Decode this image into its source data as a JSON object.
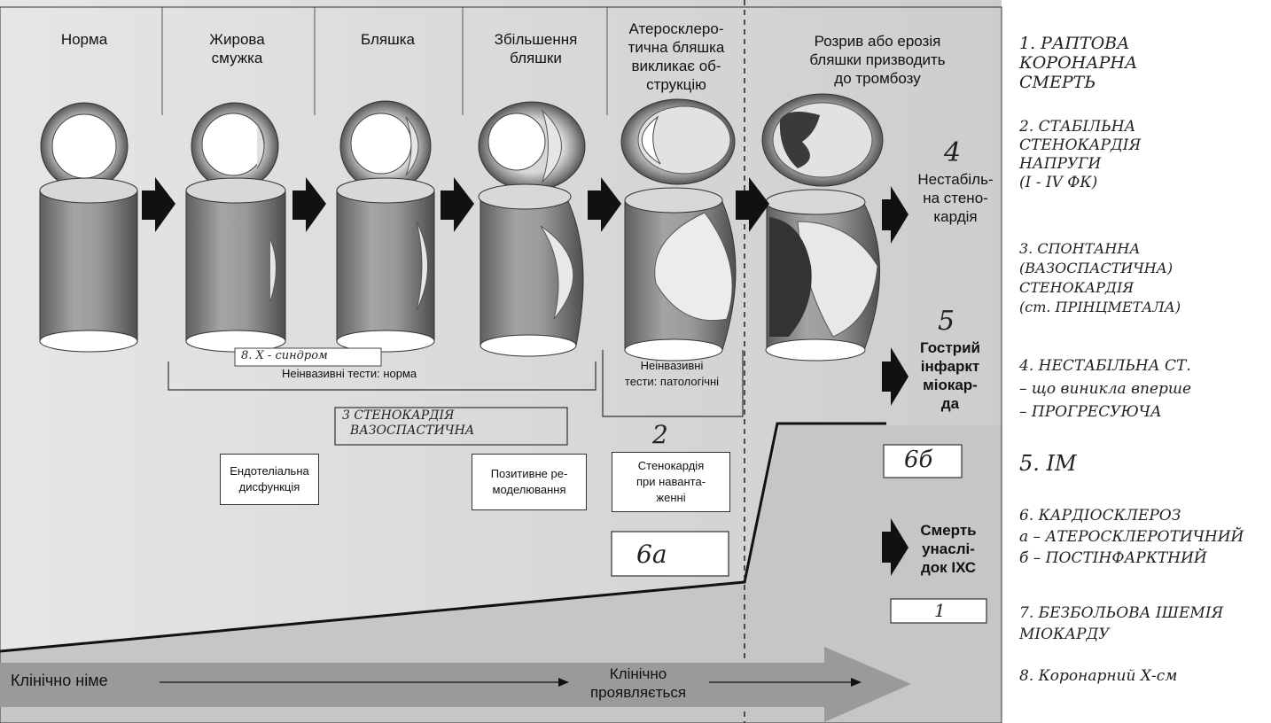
{
  "stages": [
    {
      "title": "Норма"
    },
    {
      "title": "Жирова\nсмужка"
    },
    {
      "title": "Бляшка"
    },
    {
      "title": "Збільшення\nбляшки"
    },
    {
      "title": "Атеросклеро-\nтична бляшка\nвикликає об-\nструкцію"
    },
    {
      "title": "Розрив або ерозія\nбляшки призводить\nдо тромбозу"
    }
  ],
  "tests": {
    "normal": "Неінвазивні тести: норма",
    "pathological": "Неінвазивні\nтести: патологічні"
  },
  "boxes": {
    "endothelial": "Ендотеліальна\nдисфункція",
    "remodeling": "Позитивне ре-\nмоделювання",
    "exertion": "Стенокардія\nпри наванта-\nженні"
  },
  "outcomes": [
    {
      "number": "4",
      "text": "Нестабіль-\nна стено-\nкардія"
    },
    {
      "number": "5",
      "text": "Гострий\nінфаркт\nміокар-\nда"
    },
    {
      "number": "",
      "text": "Смерть\nунаслі-\nдок ІХС"
    }
  ],
  "handwritten": {
    "x_syndrome": "8.  Х - синдром",
    "vasospastic": "3 СТЕНОКАРДІЯ\n  ВАЗОСПАСТИЧНА",
    "exertion_num": "2",
    "box_6b": "6б",
    "box_6a": "6а",
    "box_1": "1"
  },
  "timeline": {
    "silent": "Клінічно німе",
    "manifest": "Клінічно\nпроявляється"
  },
  "legend": [
    "1. РАПТОВА\n    КОРОНАРНА\n    СМЕРТЬ",
    "2. СТАБІЛЬНА\n    СТЕНОКАРДІЯ\n    НАПРУГИ\n        (І - ІV ФК)",
    "3. СПОНТАННА\n  (ВАЗОСПАСТИЧНА)\n   СТЕНОКАРДІЯ\n (ст. ПРІНЦМЕТАЛА)",
    "4. НЕСТАБІЛЬНА  СТ.\n   – що виникла вперше\n   – ПРОГРЕСУЮЧА",
    "5. ІМ",
    "6. КАРДІОСКЛЕРОЗ\nа – АТЕРОСКЛЕРОТИЧНИЙ\nб – ПОСТІНФАРКТНИЙ",
    "7. БЕЗБОЛЬОВА  ІШЕМІЯ\n    МІОКАРДУ",
    "8. Коронарний  Х-см"
  ],
  "colors": {
    "panel": "#d4d4d4",
    "panel_dark": "#bdbdbd",
    "vessel": "#8c8c8c",
    "vessel_dark": "#5a5a5a",
    "plaque": "#e8e8e8",
    "arrow": "#111111",
    "timeline_arrow": "#9a9a9a"
  }
}
